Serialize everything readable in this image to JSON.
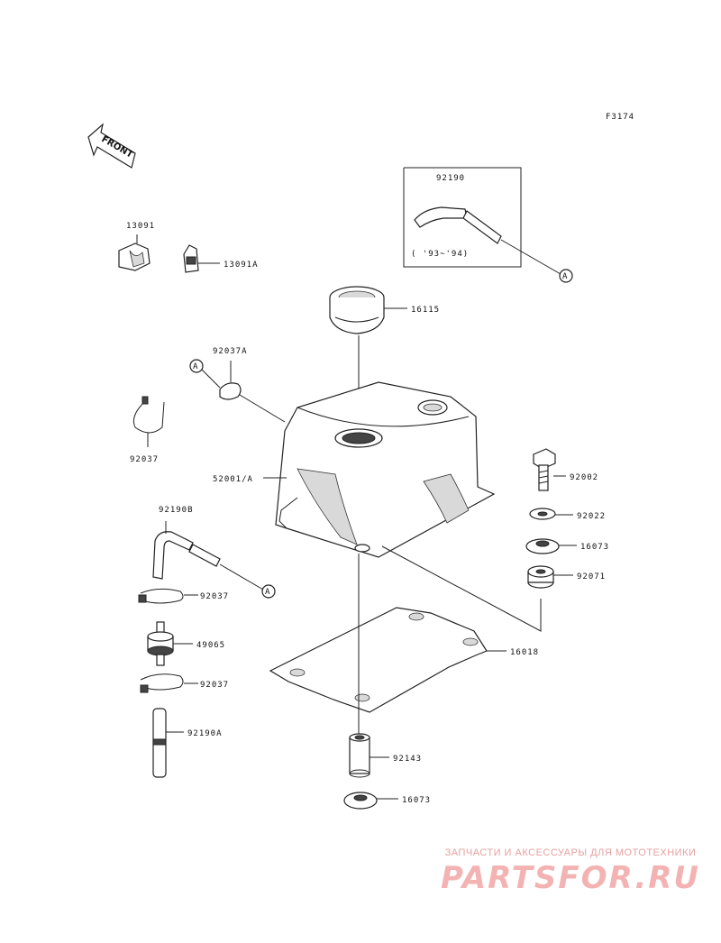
{
  "figure_code": "F3174",
  "front_label": "FRONT",
  "variant_note": "( '93~'94)",
  "callout_letter": "A",
  "parts": {
    "p13091": "13091",
    "p13091a": "13091A",
    "p92190": "92190",
    "p16115": "16115",
    "p92037a": "92037A",
    "p92037_top": "92037",
    "p52001a": "52001/A",
    "p92002": "92002",
    "p92022": "92022",
    "p16073_right": "16073",
    "p92071": "92071",
    "p92190b": "92190B",
    "p92037_mid": "92037",
    "p49065": "49065",
    "p92037_low": "92037",
    "p16018": "16018",
    "p92190a": "92190A",
    "p92143": "92143",
    "p16073_bottom": "16073"
  },
  "watermark": {
    "caption": "ЗАПЧАСТИ И АКСЕССУАРЫ ДЛЯ МОТОТЕХНИКИ",
    "logo": "PARTSFOR.RU"
  }
}
